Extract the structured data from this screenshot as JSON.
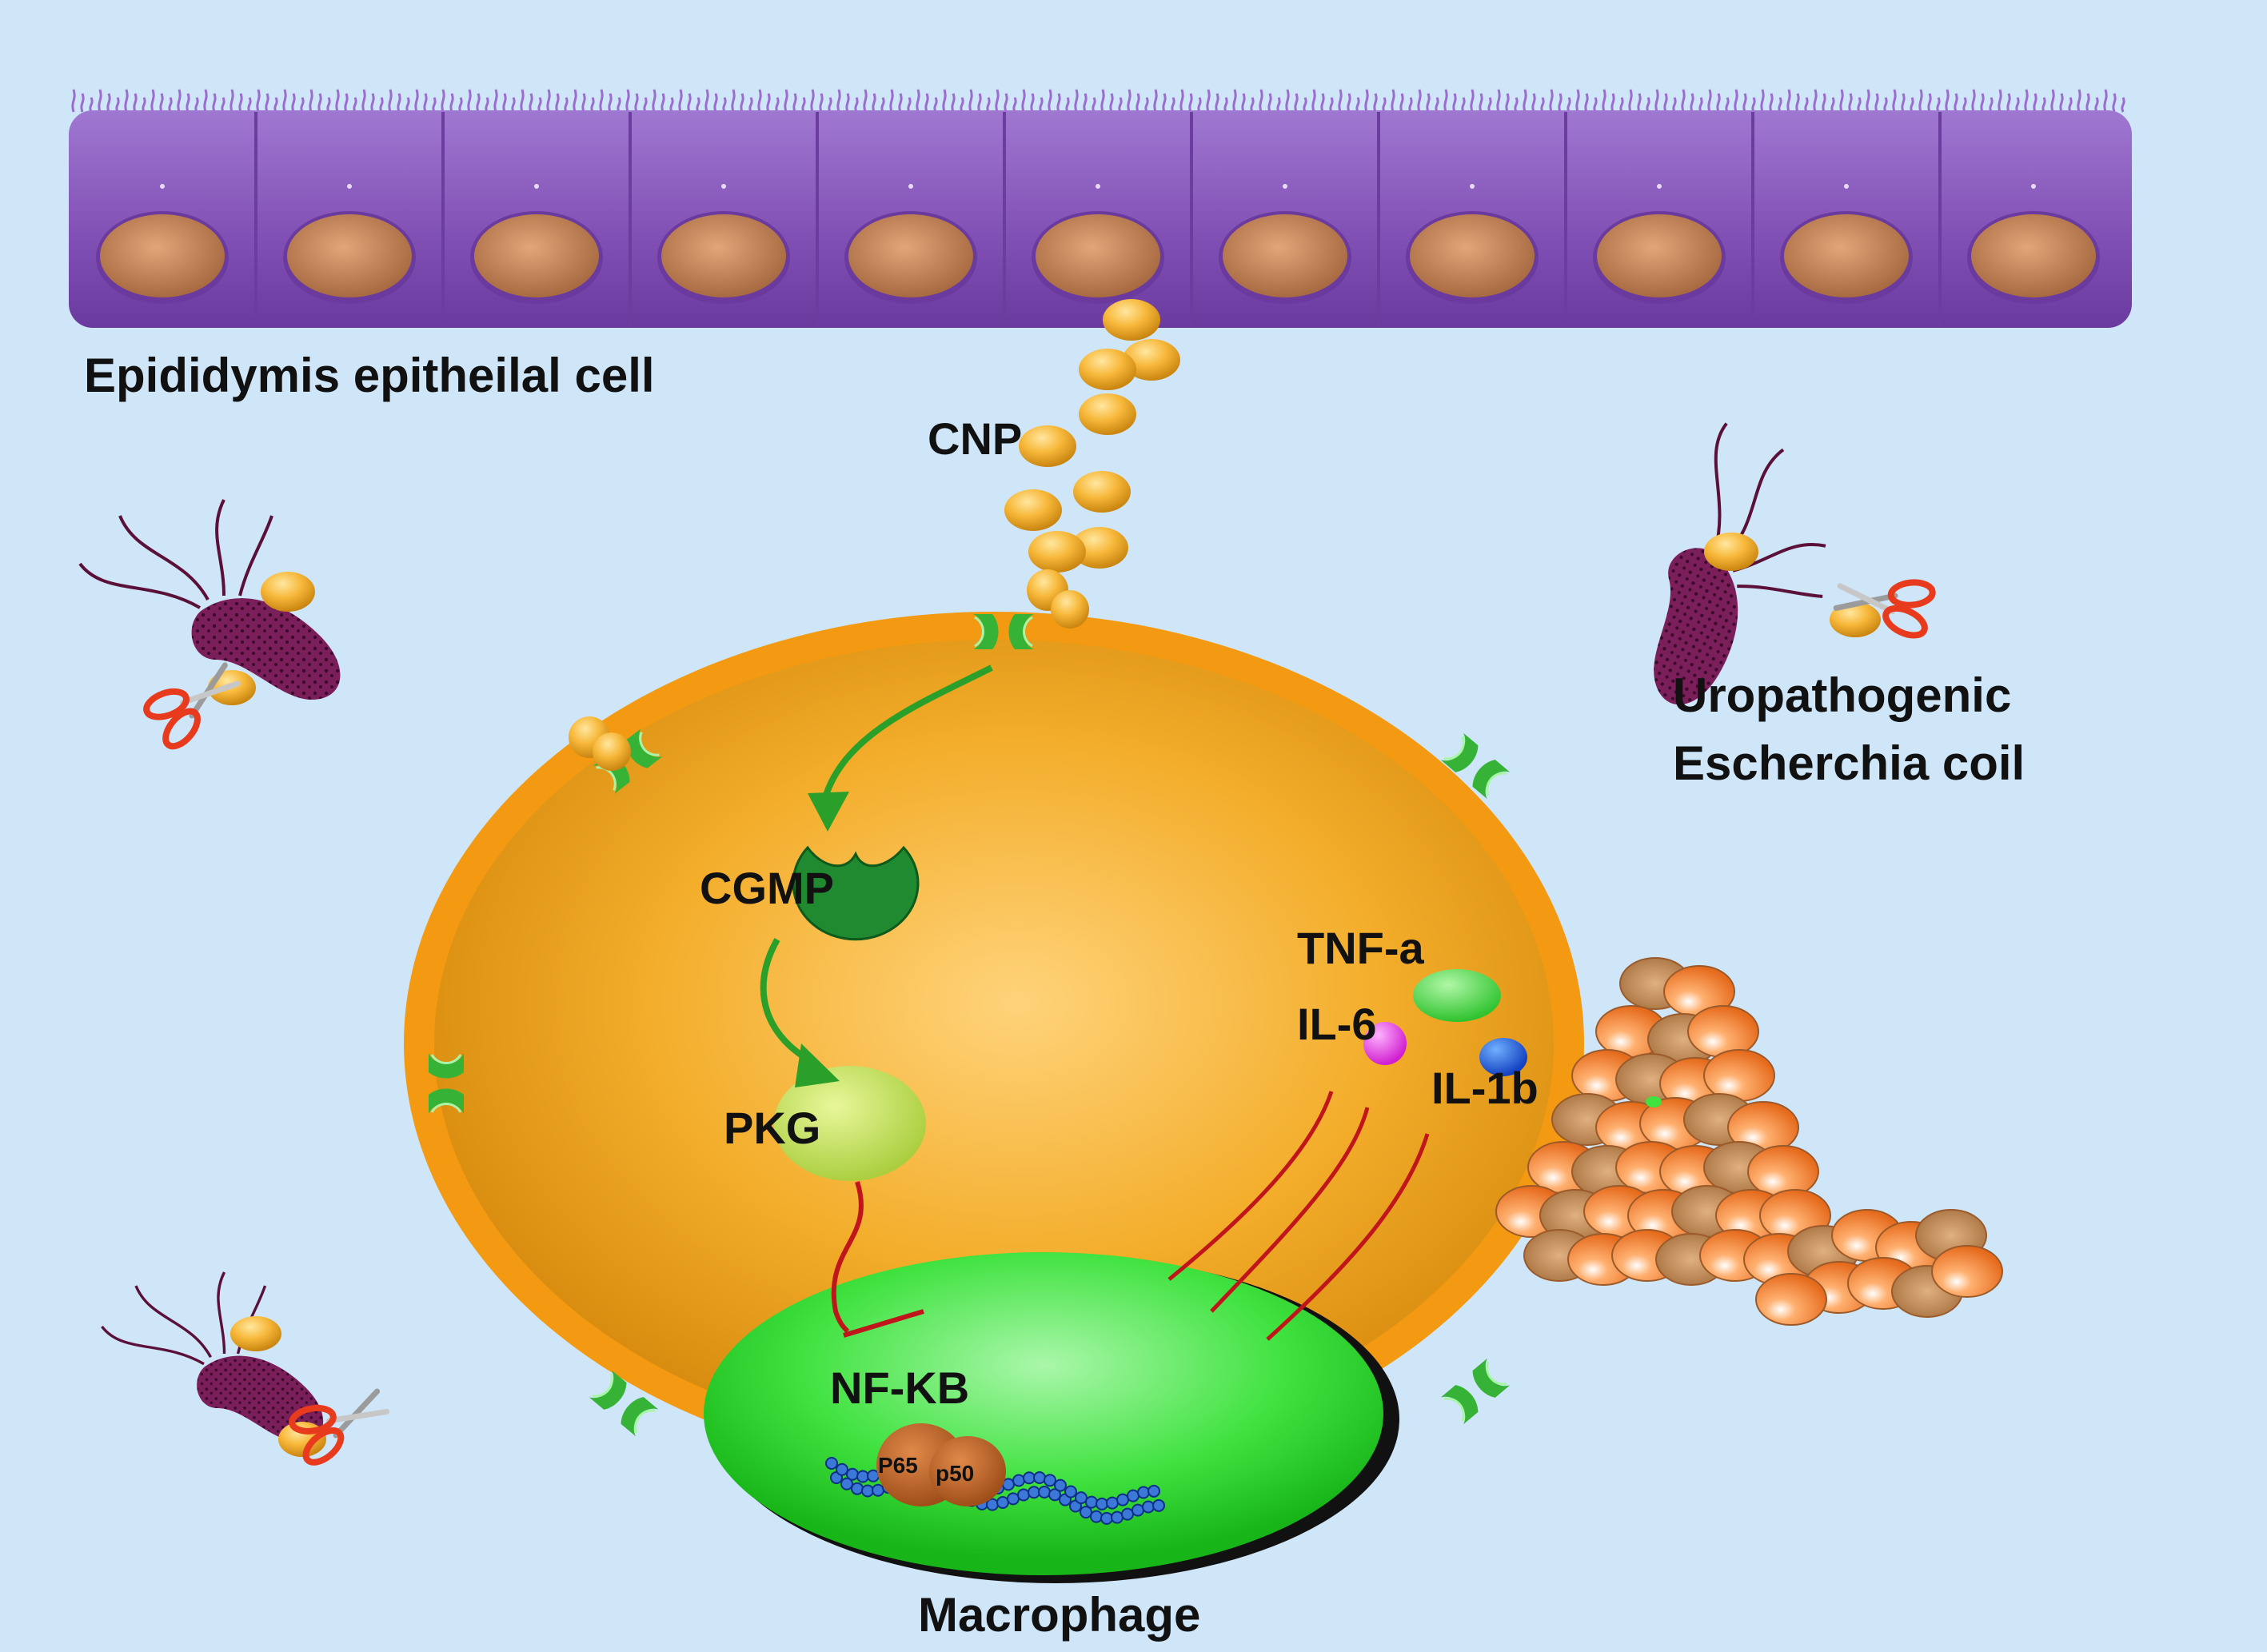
{
  "labels": {
    "epithelial": "Epididymis epitheilal cell",
    "cnp": "CNP",
    "uropathogenic": "Uropathogenic",
    "escherichia": "Escherchia coil",
    "cgmp": "CGMP",
    "pkg": "PKG",
    "tnf": "TNF-a",
    "il6": "IL-6",
    "il1b": "IL-1b",
    "nfkb": "NF-KB",
    "p65": "P65",
    "p50": "p50",
    "macrophage": "Macrophage"
  },
  "colors": {
    "background": "#cfe6f8",
    "epithelium": "#8a55b8",
    "nucleus_brown": "#b97c52",
    "cell_membrane": "#f39a12",
    "cytoplasm": "#f0b02a",
    "nfkb_nucleus": "#3fe23f",
    "receptor": "#3fbf3f",
    "arrow_green": "#2aa02a",
    "inhibit_red": "#c0151b",
    "cnp_ball": "#f5b43a",
    "bacteria": "#7a1f5a",
    "il6": "#e040e0",
    "il1b": "#1f52d6"
  },
  "icons": [
    "scissors-icon",
    "bacterium-icon",
    "receptor-channel-icon",
    "dna-strand-icon"
  ]
}
